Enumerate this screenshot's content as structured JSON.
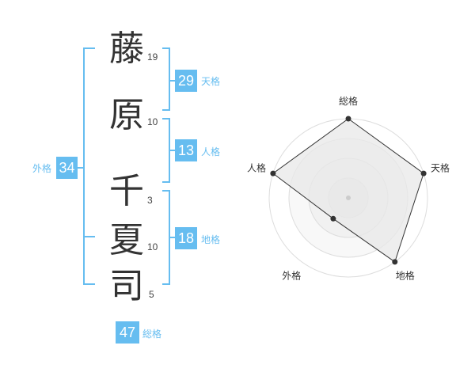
{
  "name": {
    "characters": [
      {
        "char": "藤",
        "strokes": "19"
      },
      {
        "char": "原",
        "strokes": "10"
      },
      {
        "char": "千",
        "strokes": "3"
      },
      {
        "char": "夏",
        "strokes": "10"
      },
      {
        "char": "司",
        "strokes": "5"
      }
    ]
  },
  "kakusu": {
    "tenkaku": {
      "value": "29",
      "label": "天格"
    },
    "jinkaku": {
      "value": "13",
      "label": "人格"
    },
    "chikaku": {
      "value": "18",
      "label": "地格"
    },
    "gaikaku": {
      "value": "34",
      "label": "外格"
    },
    "soukaku": {
      "value": "47",
      "label": "総格"
    }
  },
  "colors": {
    "accent": "#66bdf0",
    "text": "#333333",
    "radar_fill": "#e8e8e8"
  },
  "chart_data": {
    "type": "radar",
    "axes": [
      "総格",
      "天格",
      "地格",
      "外格",
      "人格"
    ],
    "values": [
      4,
      4,
      4,
      1.3,
      4
    ],
    "rings": 4,
    "max": 4
  }
}
